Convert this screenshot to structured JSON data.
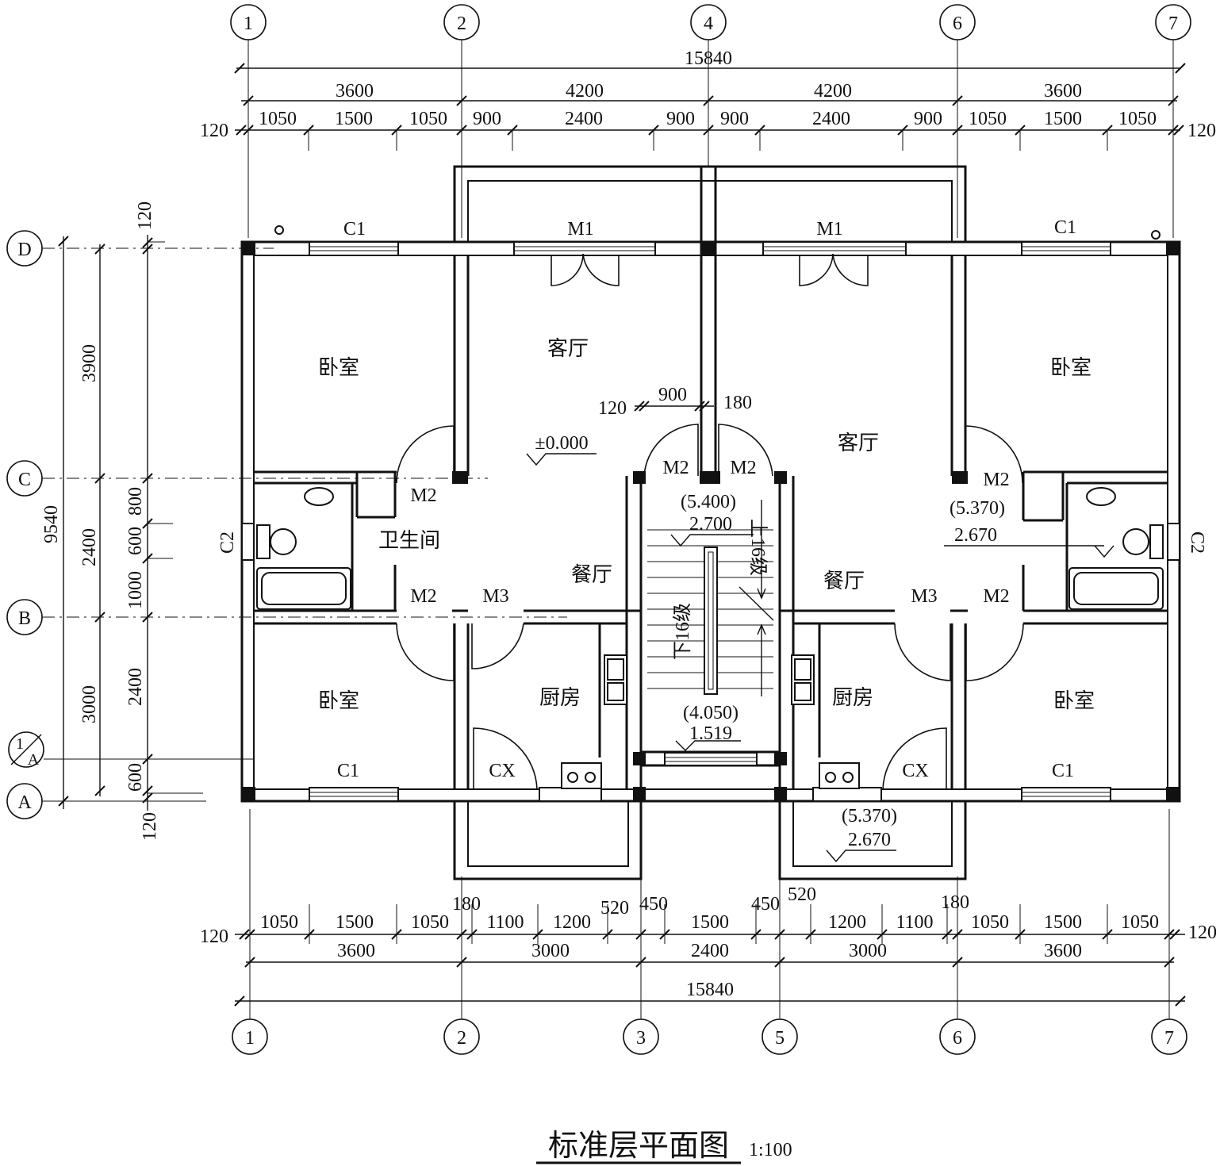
{
  "title": "标准层平面图",
  "scale": "1:100",
  "axes": {
    "top": [
      "1",
      "2",
      "4",
      "6",
      "7"
    ],
    "bottom": [
      "1",
      "2",
      "3",
      "5",
      "6",
      "7"
    ],
    "left": [
      "D",
      "C",
      "B",
      "A"
    ],
    "sub_axis": {
      "num": "1",
      "den": "A"
    }
  },
  "dims_top": {
    "overall": "15840",
    "bays": [
      "3600",
      "4200",
      "4200",
      "3600"
    ],
    "details": [
      "1050",
      "1500",
      "1050",
      "900",
      "2400",
      "900",
      "900",
      "2400",
      "900",
      "1050",
      "1500",
      "1050"
    ],
    "edge_left": "120",
    "edge_right": "120"
  },
  "dims_bottom": {
    "details": [
      "1050",
      "1500",
      "1050",
      "1100",
      "1200",
      "520",
      "450",
      "1500",
      "450",
      "520",
      "1200",
      "1100",
      "1050",
      "1500",
      "1050"
    ],
    "offsets": [
      "180",
      "180"
    ],
    "bays": [
      "3600",
      "3000",
      "2400",
      "3000",
      "3600"
    ],
    "overall": "15840",
    "edge_left": "120",
    "edge_right": "120"
  },
  "dims_left": {
    "overall": "9540",
    "major": [
      "3900",
      "2400",
      "3000"
    ],
    "detail": [
      "120",
      "800",
      "600",
      "1000",
      "2400",
      "600",
      "120"
    ]
  },
  "dims_inner": [
    "120",
    "900",
    "180"
  ],
  "rooms": {
    "bedroom": "卧室",
    "living": "客厅",
    "dining": "餐厅",
    "kitchen": "厨房",
    "bathroom": "卫生间"
  },
  "openings": {
    "C1": "C1",
    "C2": "C2",
    "M1": "M1",
    "M2": "M2",
    "M3": "M3",
    "CX": "CX"
  },
  "elevations": {
    "floor": "±0.000",
    "stair_top_paren": "(5.400)",
    "stair_top": "2.700",
    "right_paren": "(5.370)",
    "right": "2.670",
    "landing_paren": "(4.050)",
    "landing": "1.519",
    "balcony_paren": "(5.370)",
    "balcony": "2.670"
  },
  "stairs": {
    "up": "上16级",
    "down": "下16级"
  }
}
